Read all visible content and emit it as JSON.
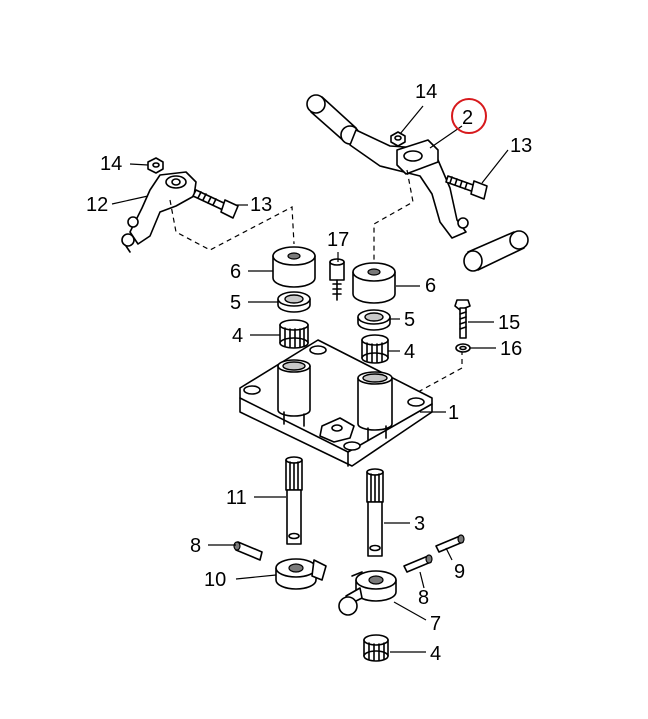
{
  "diagram": {
    "highlighted_callout": "2",
    "highlight_color": "#d7191c",
    "callouts": {
      "c14_top": "14",
      "c2": "2",
      "c13_right": "13",
      "c14_left": "14",
      "c12": "12",
      "c13_left": "13",
      "c17": "17",
      "c6_left": "6",
      "c6_right": "6",
      "c5_left": "5",
      "c5_right": "5",
      "c4_left": "4",
      "c4_right": "4",
      "c15": "15",
      "c16": "16",
      "c1": "1",
      "c11": "11",
      "c3": "3",
      "c8_left": "8",
      "c9": "9",
      "c10": "10",
      "c8_right": "8",
      "c7": "7",
      "c4_bottom": "4"
    }
  }
}
